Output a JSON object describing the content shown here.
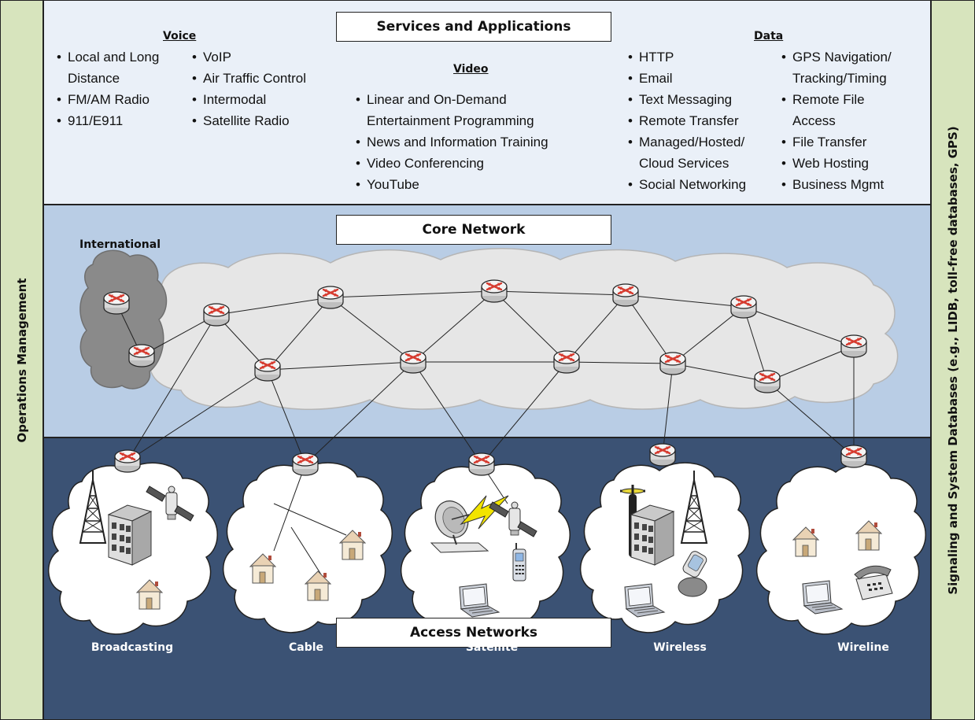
{
  "left_bar": {
    "label": "Operations Management"
  },
  "right_bar": {
    "label": "Signaling and System Databases (e.g., LIDB, toll-free databases, GPS)"
  },
  "services": {
    "title": "Services and Applications",
    "voice": {
      "title": "Voice",
      "col1": [
        "Local and Long",
        "Distance",
        "FM/AM Radio",
        "911/E911"
      ],
      "col2": [
        "VoIP",
        "Air Traffic Control",
        "Intermodal",
        "Satellite Radio"
      ]
    },
    "video": {
      "title": "Video",
      "items": [
        "Linear and On-Demand",
        "Entertainment Programming",
        "News and Information Training",
        "Video Conferencing",
        "YouTube"
      ]
    },
    "data": {
      "title": "Data",
      "col1": [
        "HTTP",
        "Email",
        "Text Messaging",
        "Remote Transfer",
        "Managed/Hosted/",
        "Cloud Services",
        "Social Networking"
      ],
      "col2": [
        "GPS Navigation/",
        "Tracking/Timing",
        "Remote File",
        "Access",
        "File Transfer",
        "Web Hosting",
        "Business Mgmt"
      ]
    }
  },
  "core": {
    "title": "Core Network",
    "international_label": "International"
  },
  "access": {
    "title": "Access Networks",
    "networks": [
      "Broadcasting",
      "Cable",
      "Satellite",
      "Wireless",
      "Wireline"
    ]
  },
  "colors": {
    "side_bar": "#d7e4bd",
    "services_band": "#eaf0f8",
    "core_band": "#b9cde5",
    "access_band": "#3b5274",
    "core_cloud": "#e6e6e6",
    "international_cloud": "#8a8a8a",
    "router_arrow": "#d63b2f"
  },
  "icons": [
    "router-icon",
    "broadcast-tower-icon",
    "office-building-icon",
    "satellite-icon",
    "house-icon",
    "satellite-dish-icon",
    "lightning-icon",
    "cell-phone-icon",
    "laptop-icon",
    "flip-phone-icon",
    "telephone-icon"
  ]
}
